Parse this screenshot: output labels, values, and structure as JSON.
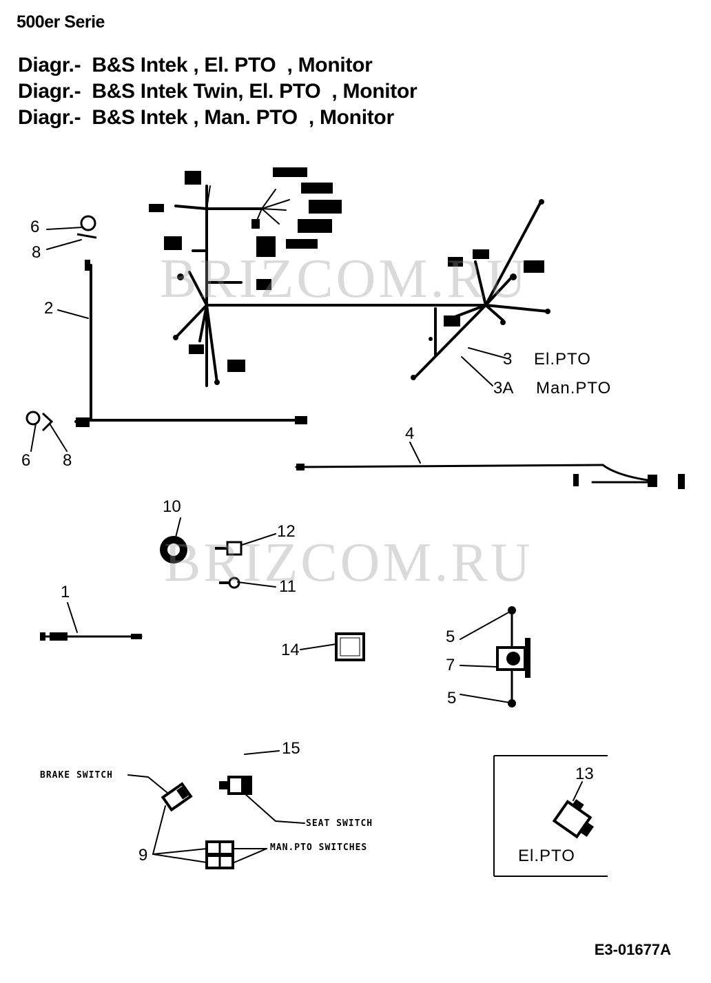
{
  "header": {
    "series": "500er Serie",
    "lines": [
      "Diagr.-  B&S Intek , El. PTO  , Monitor",
      "Diagr.-  B&S Intek Twin, El. PTO  , Monitor",
      "Diagr.-  B&S Intek , Man. PTO  , Monitor"
    ]
  },
  "watermark": "BRIZCOM.RU",
  "callouts": {
    "n1": "1",
    "n2": "2",
    "n3": "3",
    "n3a": "3A",
    "n4": "4",
    "n5a": "5",
    "n5b": "5",
    "n6a": "6",
    "n6b": "6",
    "n7": "7",
    "n8a": "8",
    "n8b": "8",
    "n9": "9",
    "n10": "10",
    "n11": "11",
    "n12": "12",
    "n13": "13",
    "n14": "14",
    "n15": "15"
  },
  "labels": {
    "el_pto": "El.PTO",
    "man_pto": "Man.PTO",
    "brake_switch": "BRAKE SWITCH",
    "seat_switch": "SEAT SWITCH",
    "man_pto_switches": "MAN.PTO SWITCHES",
    "inset_el_pto": "El.PTO"
  },
  "footer": {
    "ref": "E3-01677A"
  }
}
